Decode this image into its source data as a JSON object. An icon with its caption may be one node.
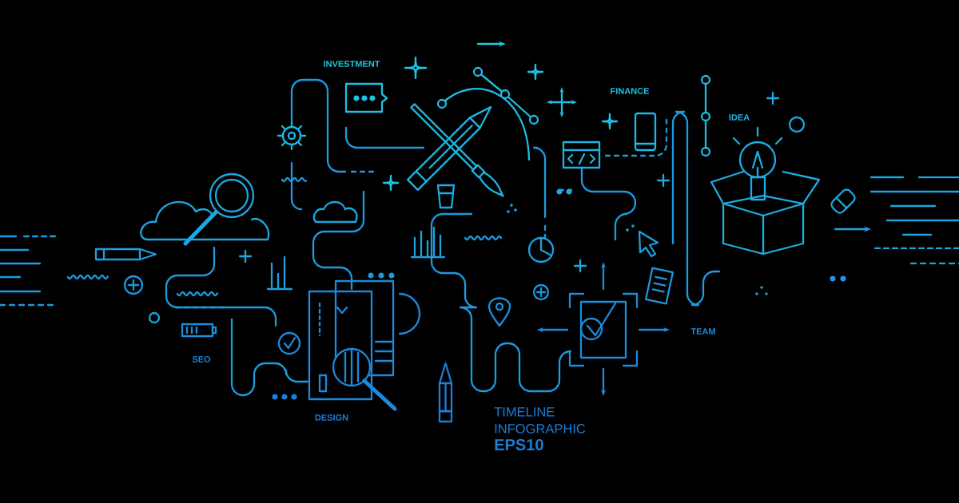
{
  "diagram": {
    "title": "TIMELINE INFOGRAPHIC",
    "labels": [
      "INVESTMENT",
      "FINANCE",
      "IDEA",
      "TEAM",
      "SEO",
      "DESIGN",
      "EPS10"
    ]
  }
}
